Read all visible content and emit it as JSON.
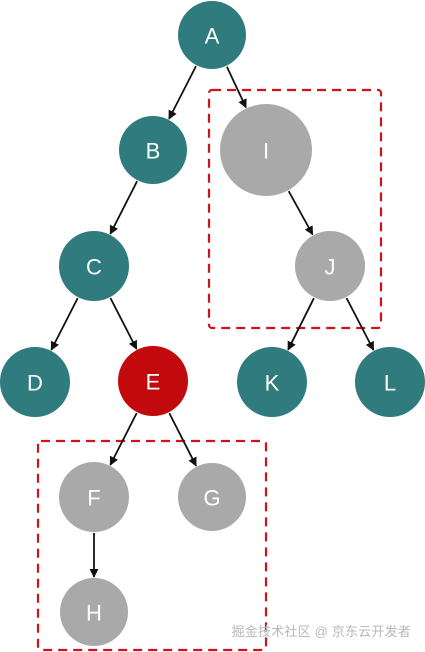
{
  "colors": {
    "teal_node": "#2f7b7d",
    "gray_node": "#a9a9a9",
    "red_node": "#c20a0e",
    "edge": "#111111",
    "dashed_box": "#d0121b",
    "watermark": "#b8b8b8"
  },
  "nodes": [
    {
      "id": "A",
      "label": "A",
      "color": "teal_node"
    },
    {
      "id": "B",
      "label": "B",
      "color": "teal_node"
    },
    {
      "id": "C",
      "label": "C",
      "color": "teal_node"
    },
    {
      "id": "D",
      "label": "D",
      "color": "teal_node"
    },
    {
      "id": "E",
      "label": "E",
      "color": "red_node"
    },
    {
      "id": "F",
      "label": "F",
      "color": "gray_node"
    },
    {
      "id": "G",
      "label": "G",
      "color": "gray_node"
    },
    {
      "id": "H",
      "label": "H",
      "color": "gray_node"
    },
    {
      "id": "I",
      "label": "I",
      "color": "gray_node"
    },
    {
      "id": "J",
      "label": "J",
      "color": "gray_node"
    },
    {
      "id": "K",
      "label": "K",
      "color": "teal_node"
    },
    {
      "id": "L",
      "label": "L",
      "color": "teal_node"
    }
  ],
  "edges": [
    {
      "from": "A",
      "to": "B"
    },
    {
      "from": "A",
      "to": "I"
    },
    {
      "from": "B",
      "to": "C"
    },
    {
      "from": "C",
      "to": "D"
    },
    {
      "from": "C",
      "to": "E"
    },
    {
      "from": "E",
      "to": "F"
    },
    {
      "from": "E",
      "to": "G"
    },
    {
      "from": "F",
      "to": "H"
    },
    {
      "from": "I",
      "to": "J"
    },
    {
      "from": "J",
      "to": "K"
    },
    {
      "from": "J",
      "to": "L"
    }
  ],
  "highlight_groups": [
    {
      "id": "group-i-j",
      "members": [
        "I",
        "J"
      ]
    },
    {
      "id": "group-f-g-h",
      "members": [
        "F",
        "G",
        "H"
      ]
    }
  ],
  "watermark": "掘金技术社区 @ 京东云开发者"
}
